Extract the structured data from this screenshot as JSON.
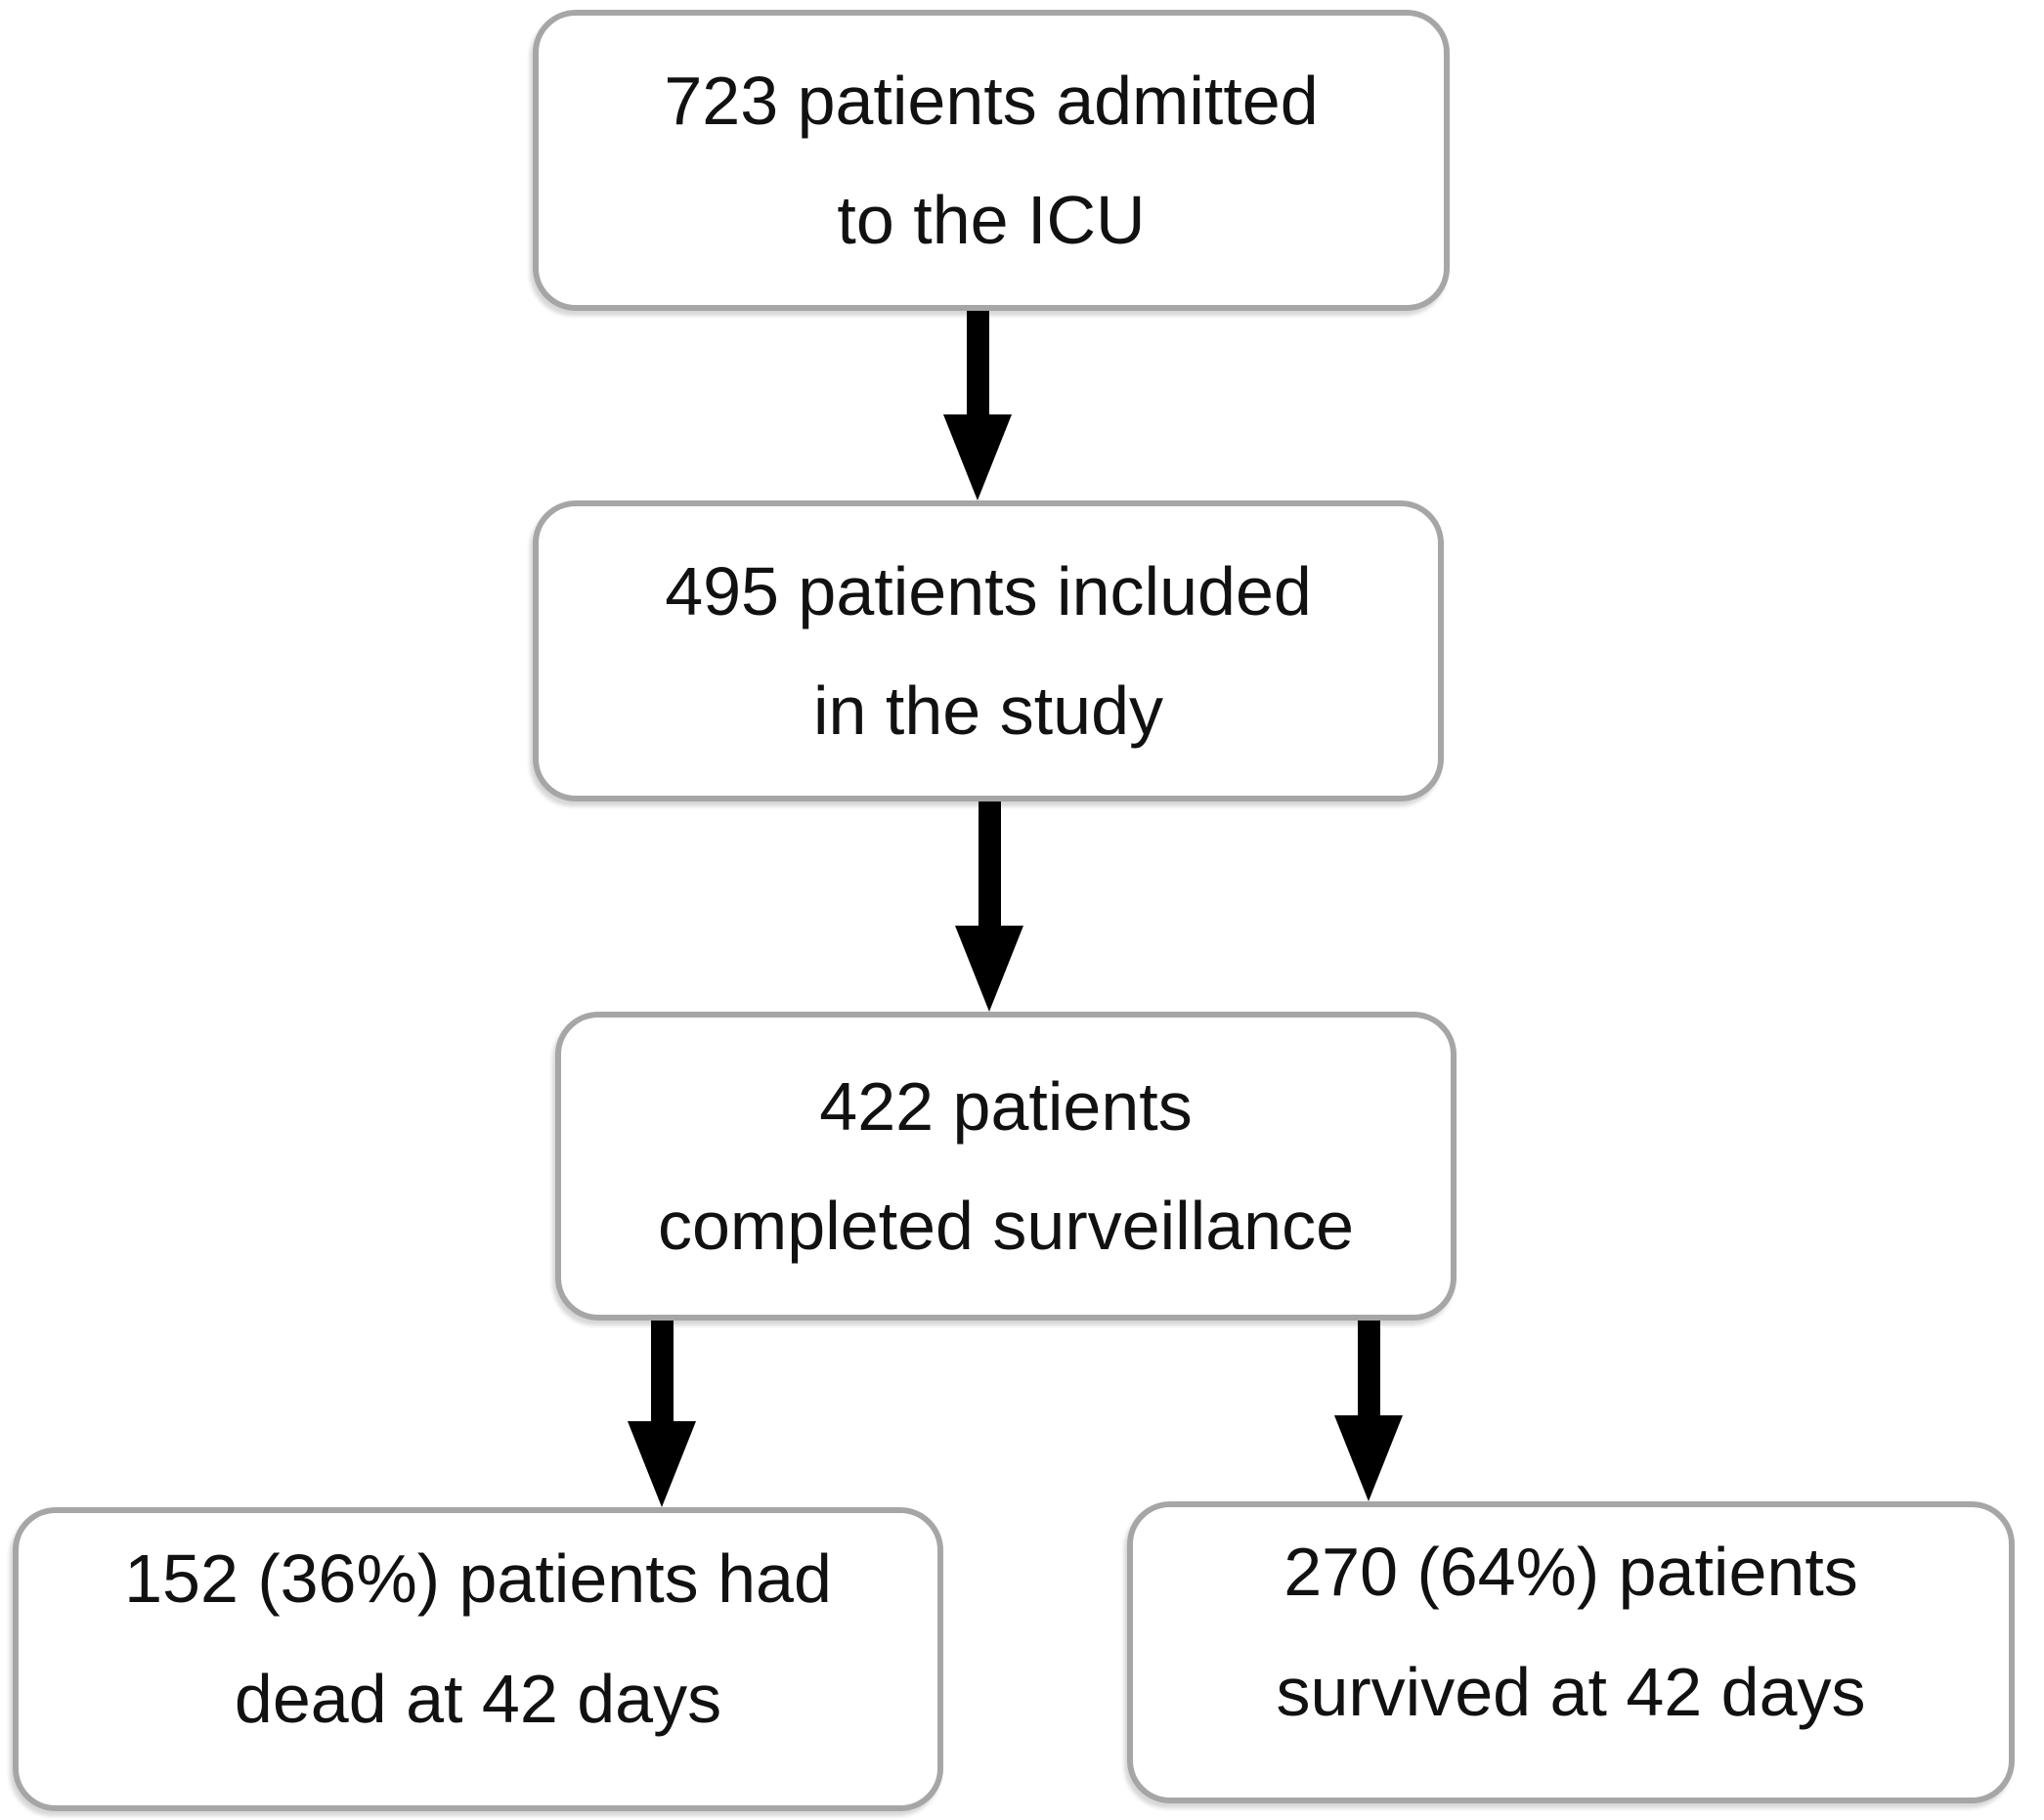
{
  "diagram": {
    "type": "flowchart",
    "nodes": [
      {
        "id": "admitted",
        "count": 723,
        "text_lines": [
          "723 patients admitted",
          "to the ICU"
        ]
      },
      {
        "id": "included",
        "count": 495,
        "text_lines": [
          "495 patients included",
          "in the study"
        ]
      },
      {
        "id": "completed",
        "count": 422,
        "text_lines": [
          "422 patients",
          "completed surveillance"
        ]
      },
      {
        "id": "dead",
        "count": 152,
        "percent": "36%",
        "text_lines": [
          "152 (36%) patients had",
          "dead at 42 days"
        ]
      },
      {
        "id": "survived",
        "count": 270,
        "percent": "64%",
        "text_lines": [
          "270 (64%) patients",
          "survived at 42 days"
        ]
      }
    ],
    "edges": [
      {
        "from": "admitted",
        "to": "included"
      },
      {
        "from": "included",
        "to": "completed"
      },
      {
        "from": "completed",
        "to": "dead"
      },
      {
        "from": "completed",
        "to": "survived"
      }
    ]
  },
  "colors": {
    "background": "#ffffff",
    "box_border": "#a6a6a6",
    "arrow": "#000000",
    "text": "#111111"
  }
}
